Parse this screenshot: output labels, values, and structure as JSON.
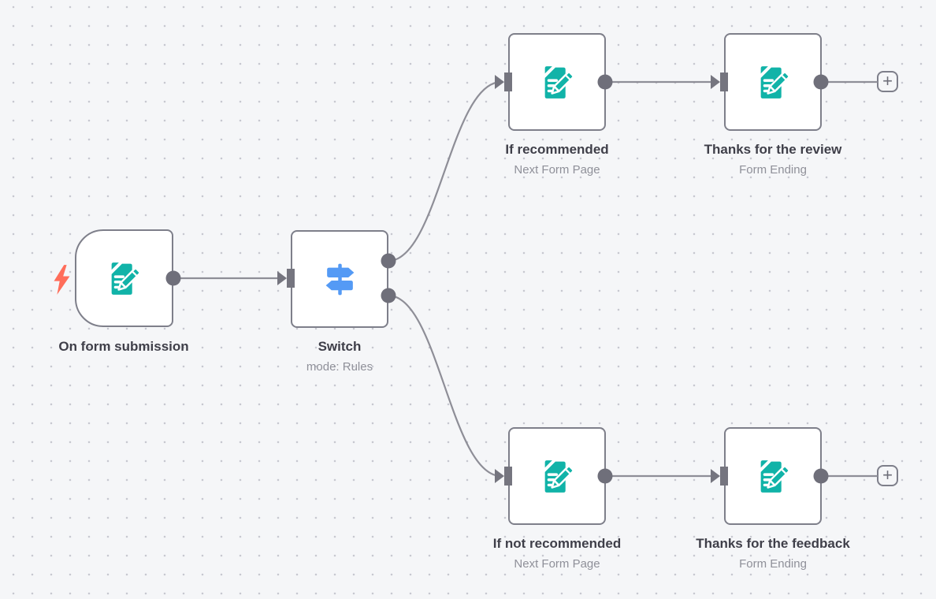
{
  "canvas": {
    "background": "#f5f6f8",
    "dot_color": "#c7c8d0"
  },
  "colors": {
    "node_border": "#7e7f8a",
    "connector_endpoint": "#6f6f7a",
    "connection_line": "#8e8e97",
    "form_icon_teal": "#11b3a8",
    "switch_icon_blue": "#549af5",
    "trigger_bolt_coral": "#ff6d5a",
    "title_text": "#3f3f49",
    "subtitle_text": "#8f9099"
  },
  "nodes": [
    {
      "title": "On form submission",
      "subtitle": "",
      "icon": "form-trigger-icon",
      "type": "trigger"
    },
    {
      "title": "Switch",
      "subtitle": "mode: Rules",
      "icon": "switch-icon",
      "type": "regular"
    },
    {
      "title": "If recommended",
      "subtitle": "Next Form Page",
      "icon": "form-icon",
      "type": "regular"
    },
    {
      "title": "Thanks for the review",
      "subtitle": "Form Ending",
      "icon": "form-icon",
      "type": "regular"
    },
    {
      "title": "If not recommended",
      "subtitle": "Next Form Page",
      "icon": "form-icon",
      "type": "regular"
    },
    {
      "title": "Thanks for the feedback",
      "subtitle": "Form Ending",
      "icon": "form-icon",
      "type": "regular"
    }
  ],
  "connections": [
    {
      "from": "On form submission",
      "to": "Switch"
    },
    {
      "from": "Switch",
      "output": 0,
      "to": "If recommended"
    },
    {
      "from": "Switch",
      "output": 1,
      "to": "If not recommended"
    },
    {
      "from": "If recommended",
      "to": "Thanks for the review"
    },
    {
      "from": "If not recommended",
      "to": "Thanks for the feedback"
    }
  ],
  "plus_buttons": [
    {
      "label": "+"
    },
    {
      "label": "+"
    }
  ]
}
